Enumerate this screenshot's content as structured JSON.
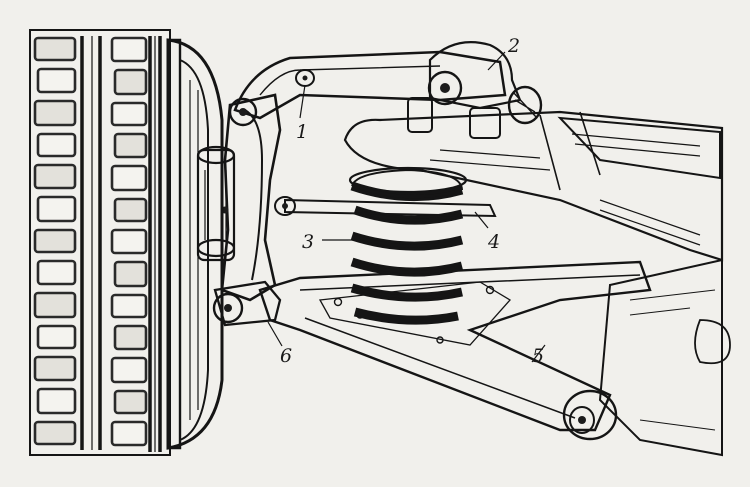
{
  "illustration": {
    "colors": {
      "paper": "#f1f0ec",
      "ink": "#151515",
      "shade": "#c9c7c1",
      "tread": "#2a2a2a"
    },
    "callouts": [
      {
        "id": "1",
        "label": "1"
      },
      {
        "id": "2",
        "label": "2"
      },
      {
        "id": "3",
        "label": "3"
      },
      {
        "id": "4",
        "label": "4"
      },
      {
        "id": "5",
        "label": "5"
      },
      {
        "id": "6",
        "label": "6"
      }
    ]
  }
}
